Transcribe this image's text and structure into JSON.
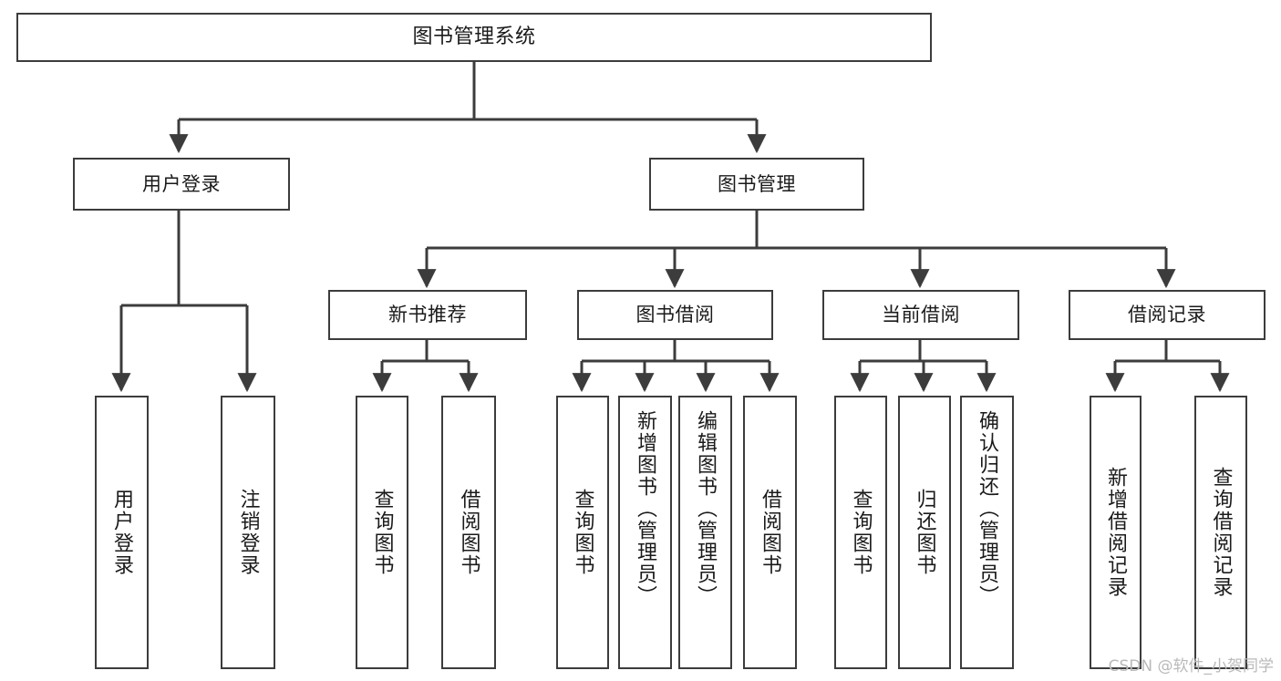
{
  "diagram": {
    "title": "图书管理系统",
    "type": "tree-hierarchy",
    "watermark": "CSDN @软件_小贺同学",
    "colors": {
      "box_border": "#3c3c3c",
      "box_fill": "#ffffff",
      "connector": "#3c3c3c",
      "text": "#1a1a1a",
      "watermark": "#b9b9b9"
    },
    "nodes": {
      "root": {
        "label": "图书管理系统"
      },
      "level2": [
        {
          "label": "用户登录"
        },
        {
          "label": "图书管理"
        }
      ],
      "level3": [
        {
          "label": "新书推荐"
        },
        {
          "label": "图书借阅"
        },
        {
          "label": "当前借阅"
        },
        {
          "label": "借阅记录"
        }
      ],
      "leaves": {
        "user_login": [
          {
            "label": "用户登录"
          },
          {
            "label": "注销登录"
          }
        ],
        "new_book_recommend": [
          {
            "label": "查询图书"
          },
          {
            "label": "借阅图书"
          }
        ],
        "book_borrow": [
          {
            "label": "查询图书"
          },
          {
            "label": "新增图书（管理员）"
          },
          {
            "label": "编辑图书（管理员）"
          },
          {
            "label": "借阅图书"
          }
        ],
        "current_borrow": [
          {
            "label": "查询图书"
          },
          {
            "label": "归还图书"
          },
          {
            "label": "确认归还（管理员）"
          }
        ],
        "borrow_record": [
          {
            "label": "新增借阅记录"
          },
          {
            "label": "查询借阅记录"
          }
        ]
      }
    }
  }
}
